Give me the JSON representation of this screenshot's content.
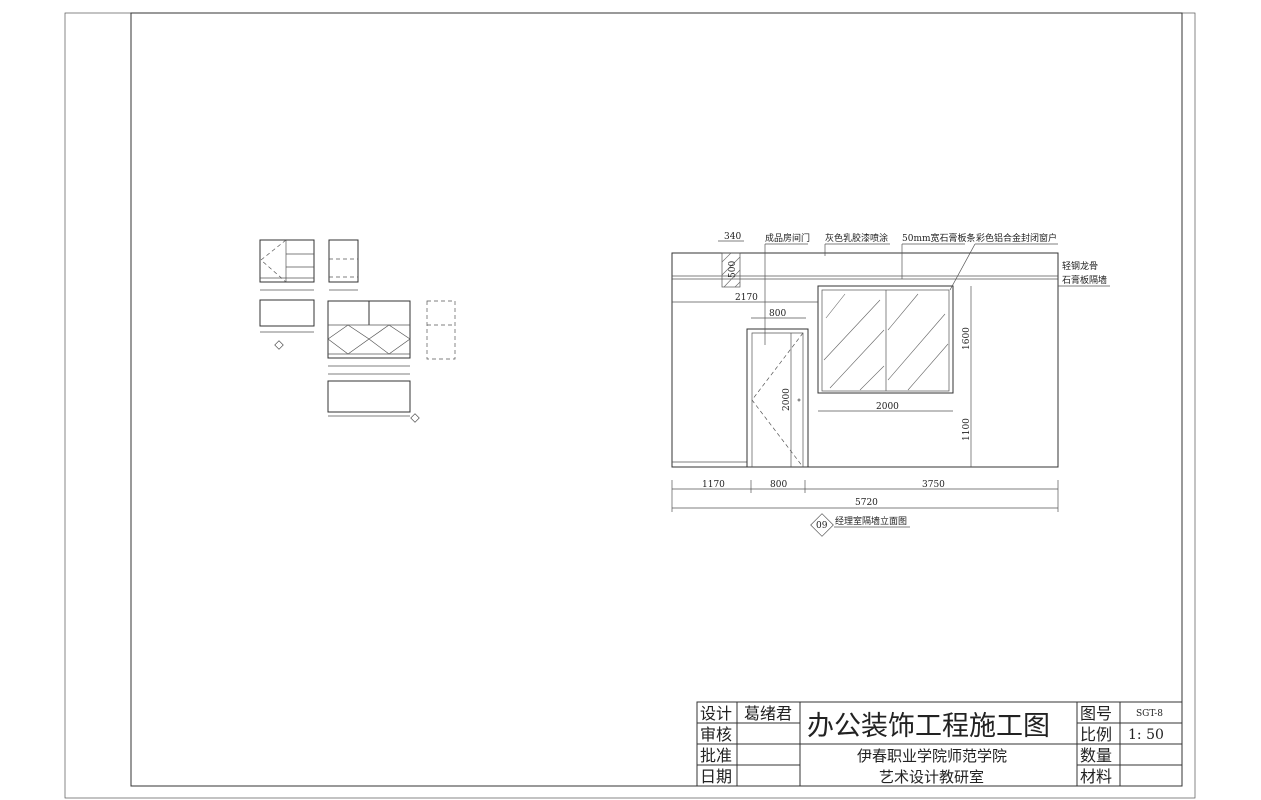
{
  "elevation": {
    "labels": {
      "door": "成品房间门",
      "paint": "灰色乳胶漆喷涂",
      "strip": "50mm宽石膏板条",
      "window": "彩色铝合金封闭窗户",
      "keel": "轻钢龙骨",
      "wall": "石膏板隔墙"
    },
    "dims": {
      "column_w": "340",
      "column_h": "500",
      "to_window": "2170",
      "door_w": "800",
      "door_h": "2000",
      "window_w": "2000",
      "window_h": "1600",
      "sill_h": "1100",
      "seg1": "1170",
      "seg2": "800",
      "seg3": "3750",
      "total": "5720"
    },
    "tag": "09",
    "title": "经理室隔墙立面图"
  },
  "title_block": {
    "design_label": "设计",
    "designer": "葛绪君",
    "review_label": "审核",
    "approve_label": "批准",
    "date_label": "日期",
    "drawing_title": "办公装饰工程施工图",
    "org_line1": "伊春职业学院师范学院",
    "org_line2": "艺术设计教研室",
    "drawing_no_label": "图号",
    "drawing_no": "SGT-8",
    "scale_label": "比例",
    "scale": "1: 50",
    "qty_label": "数量",
    "material_label": "材料"
  }
}
